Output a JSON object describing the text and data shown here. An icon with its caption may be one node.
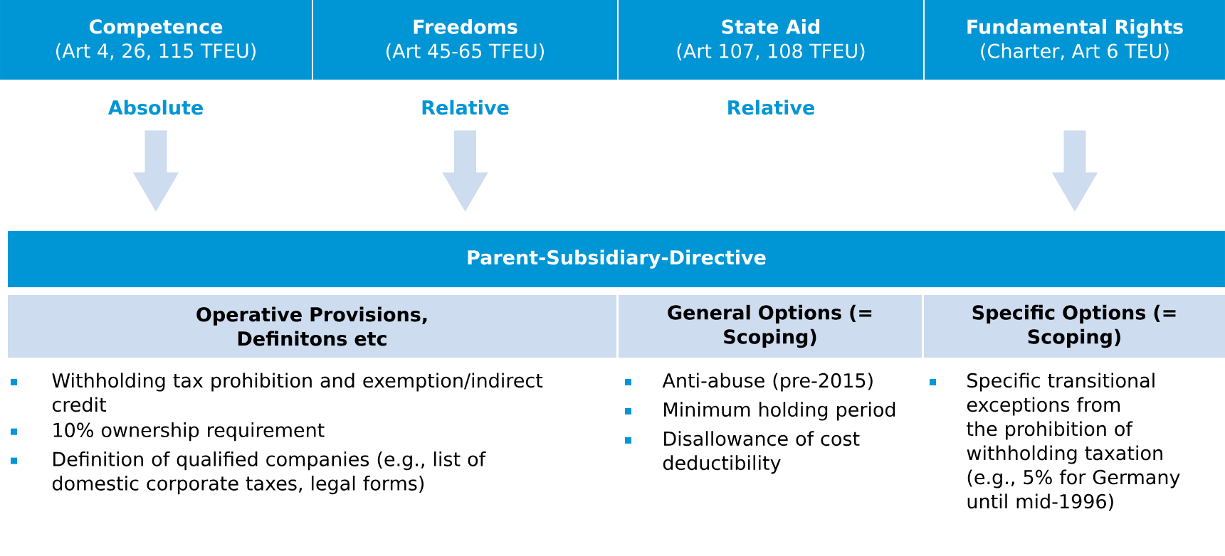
{
  "diagram": {
    "nodes": [
      {
        "text": [
          "Competence",
          "(Art 4, 26, 115 TFEU)"
        ],
        "beside": [
          "Absolute"
        ]
      },
      {
        "text": [
          "Freedoms",
          "(Art 45-65 TFEU)"
        ],
        "beside": [
          "Relative"
        ]
      },
      {
        "text": [
          "State Aid",
          "(Art 107, 108 TFEU)"
        ],
        "beside": [
          "Relative"
        ]
      },
      {
        "text": [
          "Fundamental Rights",
          "(Charter, Art 6 TEU)"
        ]
      },
      {
        "text": [
          "Parent-Subsidiary-Directive"
        ]
      },
      {
        "text": [
          "Operative Provisions, Definitons etc"
        ]
      },
      {
        "text": [
          "General Options (= Scoping)"
        ]
      },
      {
        "text": [
          "Specific Options (= Scoping)"
        ]
      }
    ],
    "edges": [
      {
        "from": 0,
        "to": 4,
        "arrow": "to"
      },
      {
        "from": 1,
        "to": 4,
        "arrow": "to"
      },
      {
        "from": 3,
        "to": 4,
        "arrow": "to"
      }
    ],
    "labels": [
      "Withholding tax prohibition and exemption/indirect credit",
      "10% ownership requirement",
      "Definition of qualified companies (e.g., list of domestic corporate taxes, legal forms)",
      "Anti-abuse (pre-2015)",
      "Minimum holding period",
      "Disallowance of cost deductibility",
      "Specific transitional exceptions from the prohibition of withholding taxation (e.g., 5% for Germany until mid-1996)"
    ]
  }
}
